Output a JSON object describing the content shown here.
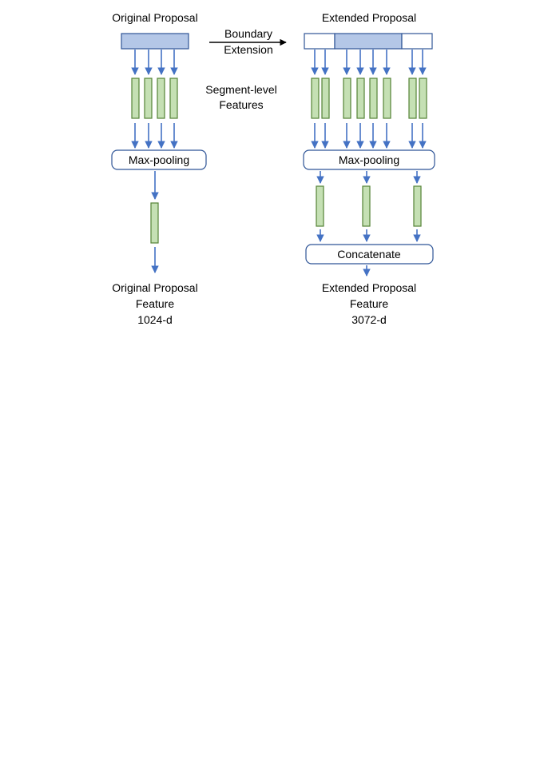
{
  "left": {
    "title": "Original Proposal",
    "pool_label": "Max-pooling",
    "output": {
      "line1": "Original Proposal",
      "line2": "Feature",
      "line3": "1024-d"
    }
  },
  "middle": {
    "arrow_label_line1": "Boundary",
    "arrow_label_line2": "Extension",
    "segment_label_line1": "Segment-level",
    "segment_label_line2": "Features"
  },
  "right": {
    "title": "Extended Proposal",
    "pool_label": "Max-pooling",
    "concat_label": "Concatenate",
    "output": {
      "line1": "Extended Proposal",
      "line2": "Feature",
      "line3": "3072-d"
    }
  },
  "colors": {
    "proposal_fill": "#b4c7e7",
    "proposal_stroke": "#2f5597",
    "feature_fill": "#c5e0b4",
    "feature_stroke": "#548235",
    "arrow_blue": "#4472c4",
    "box_stroke": "#2f5597",
    "text": "#000000"
  }
}
